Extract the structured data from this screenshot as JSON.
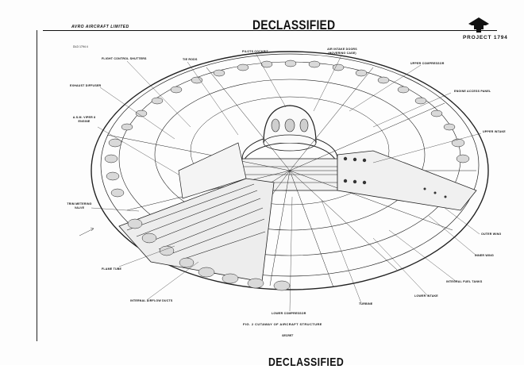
{
  "header": {
    "company": "AVRO AIRCRAFT LIMITED",
    "stamp_top": "DECLASSIFIED",
    "project": "PROJECT 1794",
    "drawing_ref": "DLD 1794 4"
  },
  "labels": {
    "pilots_cockpit": "PILOTS COCKPIT",
    "air_intake_doors": "AIR INTAKE DOORS (HOVERING CASE)",
    "upper_compressor": "UPPER COMPRESSOR",
    "flight_control_shutters": "FLIGHT CONTROL SHUTTERS",
    "tie_rods": "TIE RODS",
    "exhaust_diffuser": "EXHAUST DIFFUSER",
    "engine_access_panel": "ENGINE ACCESS PANEL",
    "asm_engine": "A.S.M. VIPER 8 ENGINE",
    "upper_intake": "UPPER INTAKE",
    "trim_metering_valve": "TRIM METERING VALVE",
    "outer_wing": "OUTER WING",
    "inner_wing": "INNER WING",
    "flame_tube": "FLAME TUBE",
    "integral_fuel_tanks": "INTEGRAL FUEL TANKS",
    "lower_intake": "LOWER INTAKE",
    "internal_airflow_ducts": "INTERNAL AIRFLOW DUCTS",
    "turbine": "TURBINE",
    "lower_compressor": "LOWER COMPRESSOR"
  },
  "caption": "FIG. 2 CUTAWAY OF AIRCRAFT STRUCTURE",
  "caption_stamp": "SECRET",
  "stamp_bottom": "DECLASSIFIED"
}
